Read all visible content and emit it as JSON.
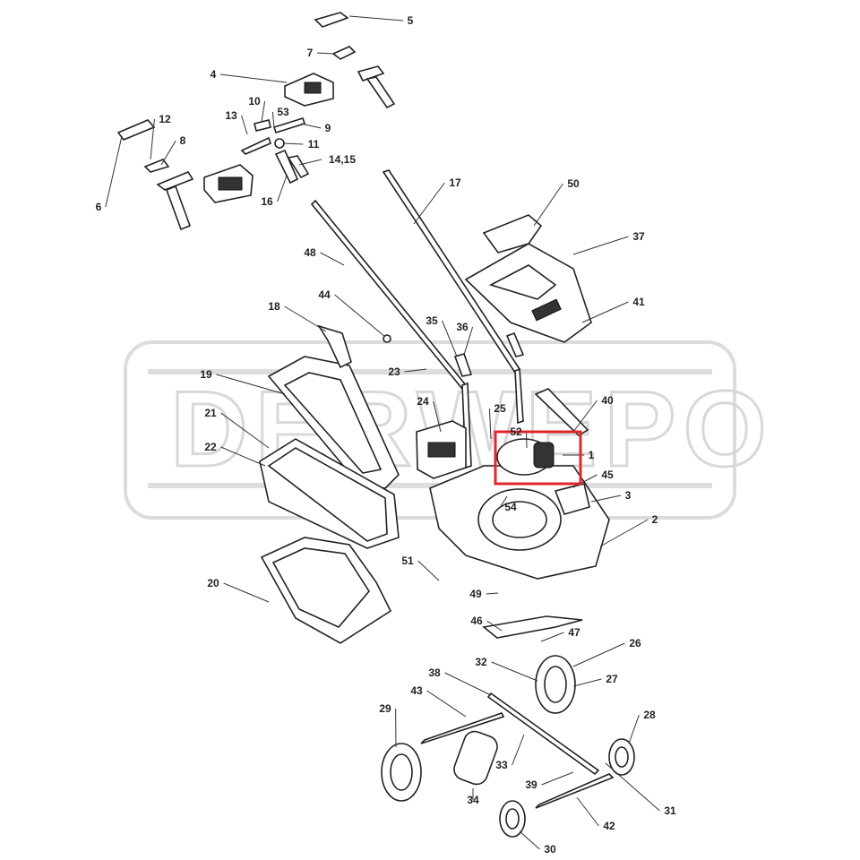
{
  "diagram": {
    "title": "Lawn mower exploded parts diagram",
    "watermark": "DERWEPO",
    "highlight_color": "#e0262b",
    "highlighted_part": "1",
    "labels": [
      "5",
      "7",
      "4",
      "10",
      "53",
      "13",
      "12",
      "9",
      "8",
      "11",
      "14,15",
      "6",
      "16",
      "17",
      "50",
      "37",
      "48",
      "44",
      "18",
      "41",
      "35",
      "36",
      "23",
      "19",
      "40",
      "24",
      "25",
      "21",
      "52",
      "1",
      "22",
      "45",
      "3",
      "54",
      "2",
      "51",
      "20",
      "49",
      "46",
      "47",
      "26",
      "32",
      "38",
      "27",
      "43",
      "29",
      "28",
      "33",
      "39",
      "34",
      "31",
      "42",
      "30"
    ]
  }
}
